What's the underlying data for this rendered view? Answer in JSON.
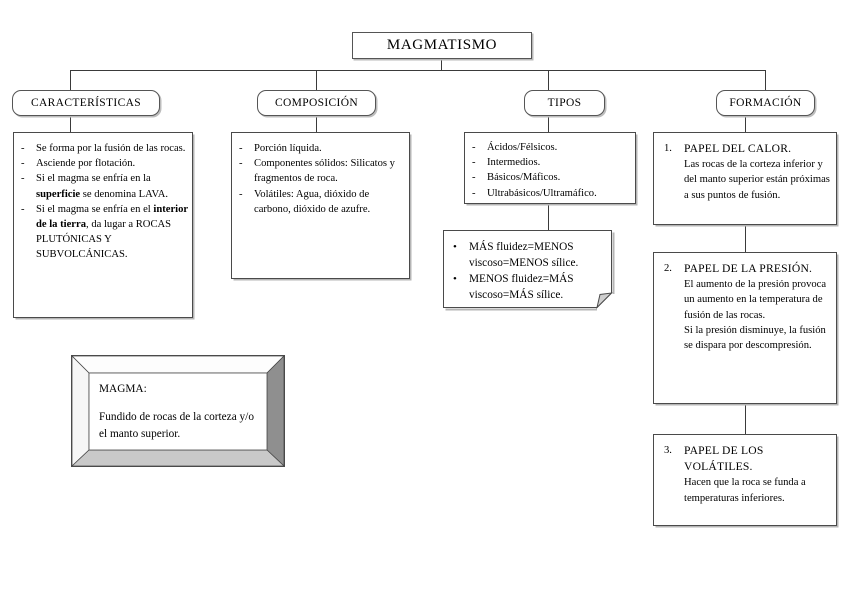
{
  "title": {
    "label": "MAGMATISMO"
  },
  "categories": [
    {
      "name": "caracteristicas",
      "label": "CARACTERÍSTICAS"
    },
    {
      "name": "composicion",
      "label": "COMPOSICIÓN"
    },
    {
      "name": "tipos",
      "label": "TIPOS"
    },
    {
      "name": "formacion",
      "label": "FORMACIÓN"
    }
  ],
  "caracteristicas": {
    "items": [
      {
        "html": "Se forma por la fusión de las rocas."
      },
      {
        "html": "Asciende por flotación."
      },
      {
        "html": "Si el magma se enfría en la <b>superficie</b> se denomina LAVA."
      },
      {
        "html": "Si el magma se enfría en el <b>interior de la tierra</b>, da lugar a ROCAS PLUTÓNICAS Y SUBVOLCÁNICAS."
      }
    ]
  },
  "composicion": {
    "items": [
      {
        "html": "Porción líquida."
      },
      {
        "html": "Componentes sólidos: Silicatos y fragmentos de roca."
      },
      {
        "html": "Volátiles: Agua, dióxido de carbono, dióxido de azufre."
      }
    ]
  },
  "tipos": {
    "items": [
      {
        "html": "Ácidos/Félsicos."
      },
      {
        "html": "Intermedios."
      },
      {
        "html": "Básicos/Máficos."
      },
      {
        "html": "Ultrabásicos/Ultramáfico."
      }
    ]
  },
  "viscosidad_note": {
    "items": [
      {
        "html": "MÁS fluidez=MENOS viscoso=MENOS sílice."
      },
      {
        "html": "MENOS fluidez=MÁS viscoso=MÁS sílice."
      }
    ]
  },
  "formacion": {
    "items": [
      {
        "heading": "PAPEL DEL CALOR.",
        "body": "Las rocas de la corteza inferior y del manto superior están próximas a sus puntos de fusión."
      },
      {
        "heading": "PAPEL DE LA PRESIÓN.",
        "body": "El aumento de la presión provoca un aumento en la temperatura de fusión de las rocas.\nSi la presión disminuye, la fusión se dispara por descompresión."
      },
      {
        "heading": "PAPEL DE LOS VOLÁTILES.",
        "body": "Hacen que la roca se funda a temperaturas inferiores."
      }
    ]
  },
  "magma": {
    "term": "MAGMA:",
    "definition": "Fundido de rocas de la corteza y/o el manto superior."
  },
  "colors": {
    "stroke": "#4a4a4a",
    "shadow": "#b5b5b5",
    "bevel_light": "#ffffff",
    "bevel_dark": "#8a8a8a",
    "bevel_mid": "#c9c9c9",
    "background": "#ffffff"
  }
}
